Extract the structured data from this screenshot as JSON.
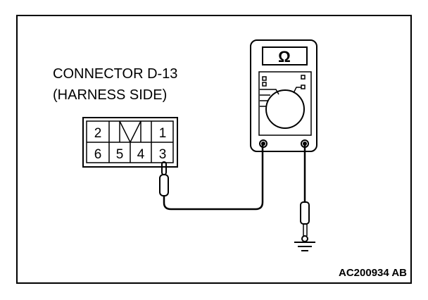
{
  "connector": {
    "title_line1": "CONNECTOR D-13",
    "title_line2": "(HARNESS SIDE)",
    "pins": {
      "p1": "1",
      "p2": "2",
      "p3": "3",
      "p4": "4",
      "p5": "5",
      "p6": "6"
    }
  },
  "meter": {
    "display_symbol": "Ω"
  },
  "figure_id": "AC200934 AB",
  "icons": {
    "meter": "multimeter-icon",
    "ground": "ground-icon",
    "probe": "probe-icon"
  },
  "colors": {
    "line": "#000000",
    "background": "#ffffff"
  }
}
